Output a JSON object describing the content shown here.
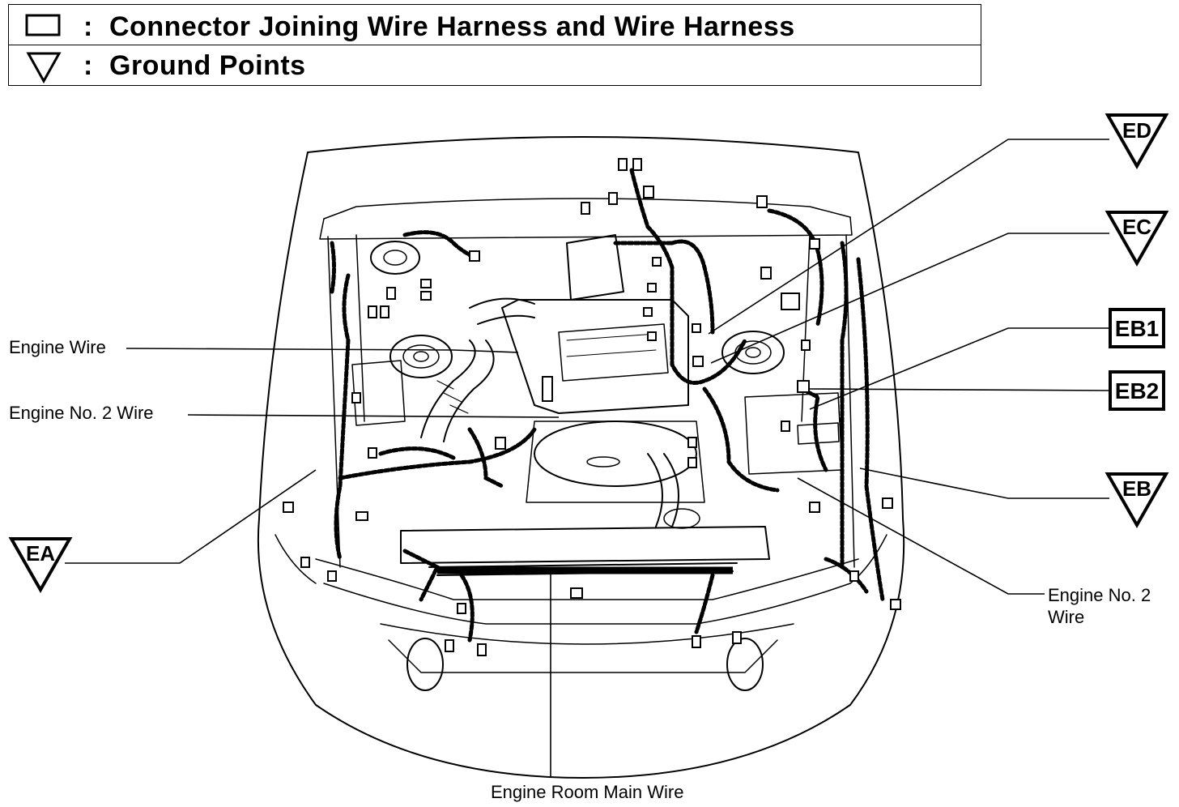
{
  "legend": {
    "connector_text": "Connector Joining Wire Harness and Wire Harness",
    "ground_text": "Ground Points",
    "colon": ":"
  },
  "labels": {
    "engine_wire": "Engine Wire",
    "engine_no2_wire_left": "Engine No. 2 Wire",
    "engine_no2_wire_right_line1": "Engine No. 2",
    "engine_no2_wire_right_line2": "Wire",
    "engine_room_main_wire": "Engine Room Main Wire"
  },
  "ground_points": {
    "ed": "ED",
    "ec": "EC",
    "eb": "EB",
    "ea": "EA"
  },
  "connectors": {
    "eb1": "EB1",
    "eb2": "EB2"
  }
}
